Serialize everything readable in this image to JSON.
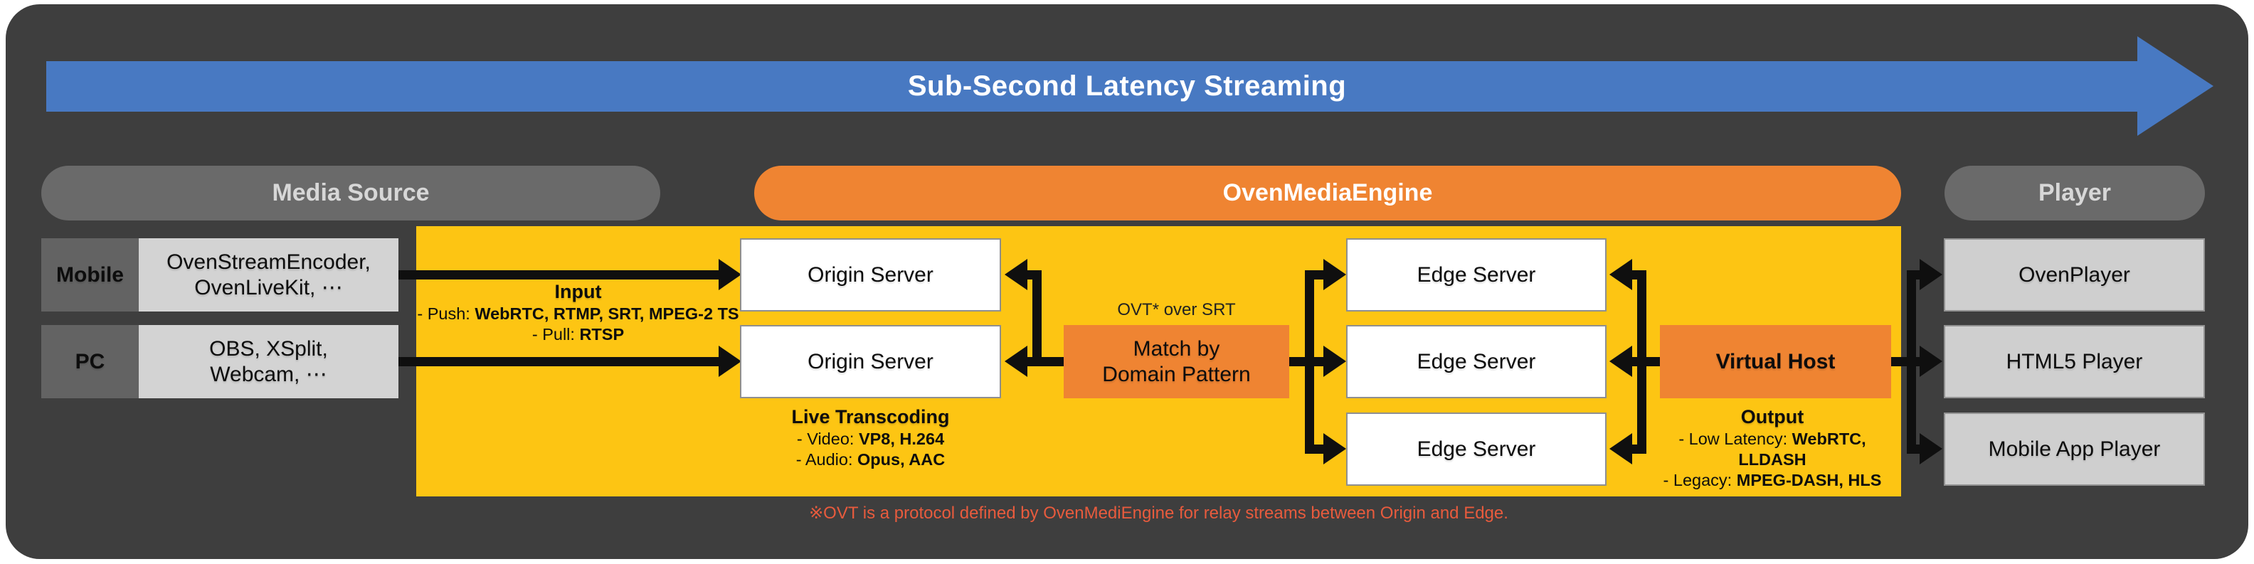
{
  "banner": {
    "title": "Sub-Second Latency Streaming"
  },
  "sections": {
    "media_source": "Media Source",
    "engine": "OvenMediaEngine",
    "player": "Player"
  },
  "media_source": {
    "rows": [
      {
        "label": "Mobile",
        "lines": [
          "OvenStreamEncoder,",
          "OvenLiveKit, ⋯"
        ]
      },
      {
        "label": "PC",
        "lines": [
          "OBS, XSplit,",
          "Webcam, ⋯"
        ]
      }
    ]
  },
  "engine": {
    "input_block": {
      "title": "Input",
      "lines": [
        {
          "label": "- Push: ",
          "value": "WebRTC, RTMP, SRT, MPEG-2 TS"
        },
        {
          "label": "- Pull: ",
          "value": "RTSP"
        }
      ]
    },
    "origin_servers": [
      "Origin Server",
      "Origin Server"
    ],
    "transcoding_block": {
      "title": "Live Transcoding",
      "lines": [
        {
          "label": "- Video: ",
          "value": "VP8, H.264"
        },
        {
          "label": "- Audio: ",
          "value": "Opus, AAC"
        }
      ]
    },
    "ovt_note": "OVT* over SRT",
    "match_box": {
      "lines": [
        "Match by",
        "Domain Pattern"
      ]
    },
    "edge_servers": [
      "Edge Server",
      "Edge Server",
      "Edge Server"
    ],
    "virtual_host": "Virtual Host",
    "output_block": {
      "title": "Output",
      "lines": [
        {
          "label": "- Low Latency: ",
          "value": "WebRTC, LLDASH"
        },
        {
          "label": "- Legacy: ",
          "value": "MPEG-DASH, HLS"
        }
      ]
    }
  },
  "players": [
    "OvenPlayer",
    "HTML5 Player",
    "Mobile App Player"
  ],
  "footnote": "※OVT is a protocol defined by OvenMediEngine for relay streams between Origin and Edge.",
  "colors": {
    "background_panel": "#3E3E3E",
    "banner_blue": "#4879C2",
    "accent_orange": "#EF8432",
    "engine_yellow": "#FDC513",
    "box_white": "#FFFFFF",
    "box_light_gray": "#D3D3D3",
    "pill_gray": "#6A6A6A",
    "arrow_black": "#0F0F0F",
    "footnote_red": "#E85B3D"
  }
}
